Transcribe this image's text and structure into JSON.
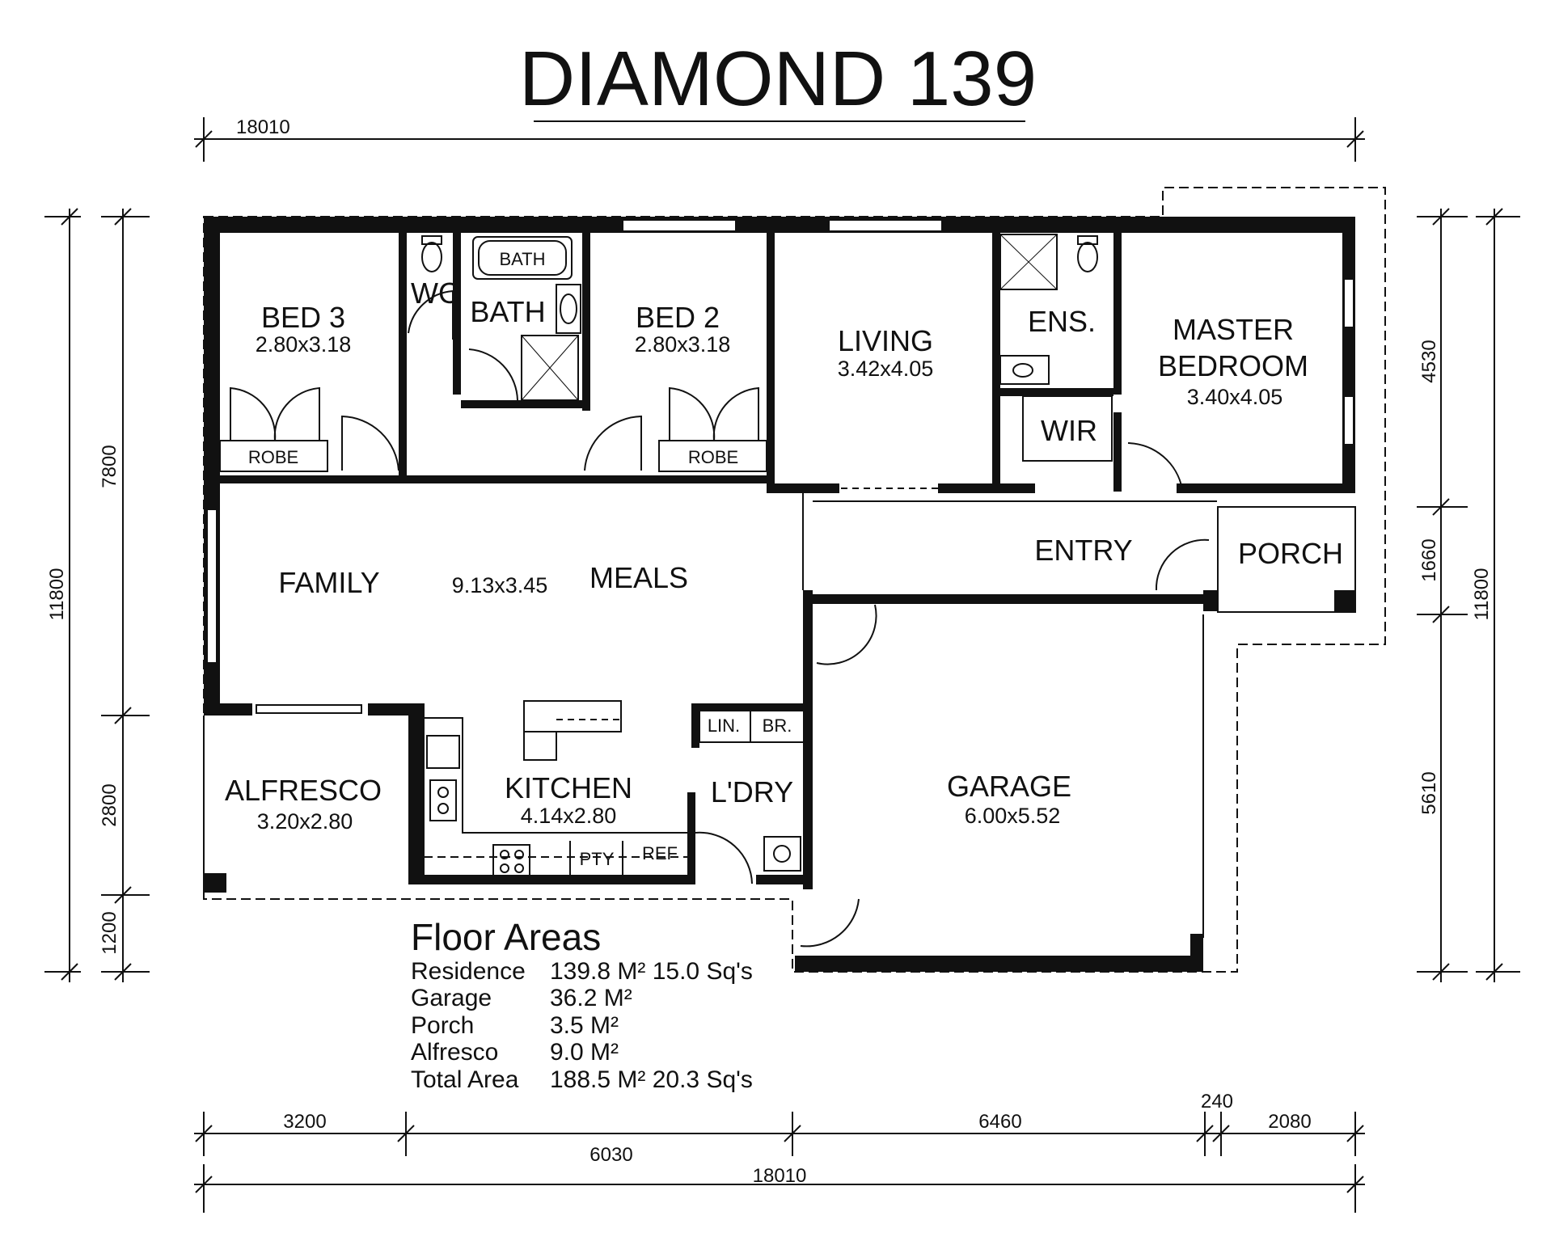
{
  "title": "DIAMOND 139",
  "dimensions": {
    "top_overall": "18010",
    "bottom": {
      "d1": "3200",
      "d2": "6030",
      "d3": "6460",
      "d4": "240",
      "d5": "2080",
      "overall": "18010"
    },
    "left": {
      "d1": "7800",
      "d2": "2800",
      "d3": "1200",
      "overall": "11800"
    },
    "right": {
      "d1": "4530",
      "d2": "1660",
      "d3": "5610",
      "overall": "11800"
    }
  },
  "rooms": {
    "bed3": {
      "name": "BED 3",
      "size": "2.80x3.18"
    },
    "wc": {
      "name": "WC"
    },
    "bath": {
      "name": "BATH",
      "fixture": "BATH"
    },
    "bed2": {
      "name": "BED 2",
      "size": "2.80x3.18"
    },
    "living": {
      "name": "LIVING",
      "size": "3.42x4.05"
    },
    "ens": {
      "name": "ENS."
    },
    "master": {
      "name_line1": "MASTER",
      "name_line2": "BEDROOM",
      "size": "3.40x4.05"
    },
    "wir": {
      "name": "WIR"
    },
    "robe_left": "ROBE",
    "robe_right": "ROBE",
    "family": {
      "name": "FAMILY"
    },
    "family_meals_size": "9.13x3.45",
    "meals": {
      "name": "MEALS"
    },
    "entry": {
      "name": "ENTRY"
    },
    "porch": {
      "name": "PORCH"
    },
    "alfresco": {
      "name": "ALFRESCO",
      "size": "3.20x2.80"
    },
    "kitchen": {
      "name": "KITCHEN",
      "size": "4.14x2.80"
    },
    "lin": "LIN.",
    "br": "BR.",
    "laundry": {
      "name": "L'DRY"
    },
    "pty": "PTY",
    "ref": "REF",
    "garage": {
      "name": "GARAGE",
      "size": "6.00x5.52"
    }
  },
  "floor_areas": {
    "heading": "Floor Areas",
    "rows": [
      {
        "label": "Residence",
        "value": "139.8 M² 15.0 Sq's"
      },
      {
        "label": "Garage",
        "value": "36.2 M²"
      },
      {
        "label": "Porch",
        "value": "3.5 M²"
      },
      {
        "label": "Alfresco",
        "value": "9.0 M²"
      },
      {
        "label": "Total Area",
        "value": "188.5 M² 20.3 Sq's"
      }
    ]
  }
}
